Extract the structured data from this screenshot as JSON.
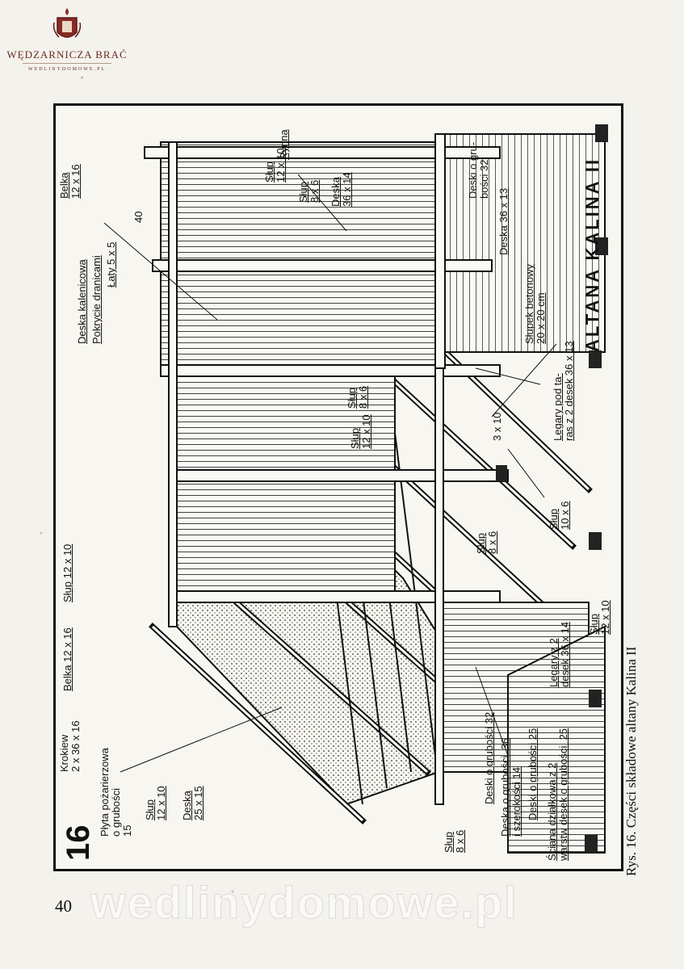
{
  "logo": {
    "brand": "WĘDZARNICZA BRAĆ",
    "site": "WEDLINYDOMOWE.PL"
  },
  "figure": {
    "number": "16",
    "title": "ALTANA KALINA II",
    "labels": {
      "belka_top": "Belka\n12 x 16",
      "rynna": "Rynna",
      "slup_12x10_top": "Słup\n12 x 10",
      "slup_8x6_top": "Słup\n8 x 6",
      "deska_36x14": "Deska\n36 x 14",
      "deski_32": "Deski o gru-\nbości 32",
      "deska_36x13": "Deska 36 x 13",
      "slupek": "Słupek betonowy\n20 x 20 cm",
      "deska_kalenicowa": "Deska kalenicowa",
      "pokrycie": "Pokrycie dranicami",
      "laty": "Łaty 5 x 5",
      "dim_40": "40",
      "legary_top": "Legary pod ta-\nras z 2 desek 36 x 13",
      "dim_3x10": "3 x 10",
      "slup_8x6_mid": "Słup\n8 x 6",
      "slup_12x10_mid": "Słup\n12 x 10",
      "slup_12x10_left": "Słup  12 x 10",
      "belka_left": "Belka  12 x 16",
      "slup_10x6": "Słup\n10 x 6",
      "slup_8x6_low": "Słup\n8 x 6",
      "krokiew": "Krokiew\n2 x 36 x 16",
      "plyta": "Płyta pożarierzowa\no grubości\n15",
      "legary_low": "Legary z 2\ndesek 36 x 14",
      "slup_12x10_br": "Słup\n12 x 10",
      "slup_12x10_bl": "Słup\n12 x 10",
      "deska_25x15": "Deska\n25 x 15",
      "slup_8x6_bl": "Słup\n8 x 6",
      "deski_grub_32": "Deski o grubości  32",
      "deska_grub_36": "Deska o grubości  36\ni szerokości 14",
      "deski_grub_25": "Deski o grubości  25",
      "sciana": "Ściana działkowa z 2\nwarstw desek o grubości  25"
    }
  },
  "caption": "Rys. 16. Części składowe altany Kalina II",
  "page_number": "40",
  "watermark": "wedlinydomowe.pl"
}
